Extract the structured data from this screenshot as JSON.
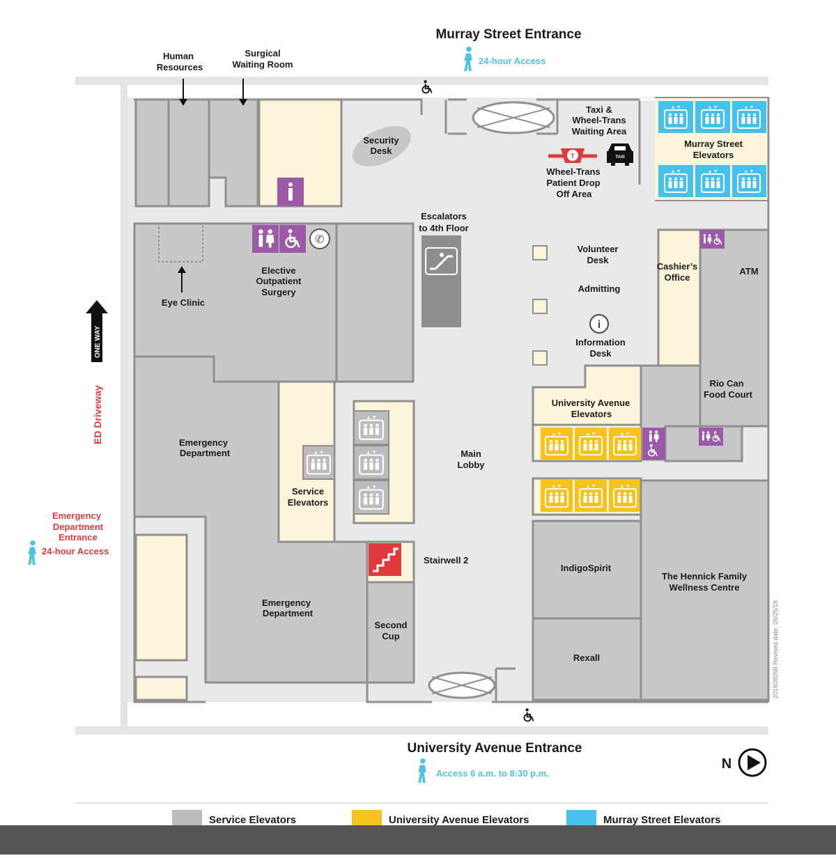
{
  "entrances": {
    "murray": "Murray Street Entrance",
    "murray_access": "24-hour Access",
    "university": "University Avenue Entrance",
    "university_access": "Access 6 a.m. to 8:30 p.m.",
    "emergency": [
      "Emergency",
      "Department",
      "Entrance"
    ],
    "emergency_access": "24-hour Access"
  },
  "roads": {
    "ed_driveway": "ED Driveway",
    "one_way": "ONE WAY"
  },
  "labels": {
    "human_resources": [
      "Human",
      "Resources"
    ],
    "surgical_waiting": [
      "Surgical",
      "Waiting Room"
    ],
    "security_desk": [
      "Security",
      "Desk"
    ],
    "taxi_waiting": [
      "Taxi &",
      "Wheel-Trans",
      "Waiting Area"
    ],
    "wheel_trans_dropoff": [
      "Wheel-Trans",
      "Patient Drop",
      "Off Area"
    ],
    "murray_elevators": [
      "Murray Street",
      "Elevators"
    ],
    "escalators": [
      "Escalators",
      "to 4th Floor"
    ],
    "elective_surgery": [
      "Elective",
      "Outpatient",
      "Surgery"
    ],
    "eye_clinic": "Eye Clinic",
    "volunteer_desk": [
      "Volunteer",
      "Desk"
    ],
    "admitting": "Admitting",
    "information_desk": [
      "Information",
      "Desk"
    ],
    "cashiers_office": [
      "Cashier’s",
      "Office"
    ],
    "atm": "ATM",
    "food_court": [
      "Rio Can",
      "Food Court"
    ],
    "university_elevators": [
      "University Avenue",
      "Elevators"
    ],
    "main_lobby": [
      "Main",
      "Lobby"
    ],
    "emergency_dept_1": [
      "Emergency",
      "Department"
    ],
    "emergency_dept_2": [
      "Emergency",
      "Department"
    ],
    "service_elevators": [
      "Service",
      "Elevators"
    ],
    "stairwell": "Stairwell 2",
    "second_cup": [
      "Second",
      "Cup"
    ],
    "indigospirit": "IndigoSpirit",
    "rexall": "Rexall",
    "hennick": [
      "The Hennick Family",
      "Wellness Centre"
    ],
    "revised": "20160805B Revised date: 05/25/16",
    "north": "N",
    "taxi_sign": "TAXI"
  },
  "legend": {
    "service": "Service Elevators",
    "university": "University Avenue Elevators",
    "murray": "Murray Street Elevators"
  },
  "colors": {
    "room_gray": "#c8c8c8",
    "hall_gray": "#e9e9e9",
    "wall": "#8f8f8f",
    "cream": "#fdf4dc",
    "purple": "#9b59a8",
    "yellow": "#f7c21b",
    "cyan": "#45c2ec",
    "red": "#e03a3e",
    "access_blue": "#4ec3e0"
  }
}
